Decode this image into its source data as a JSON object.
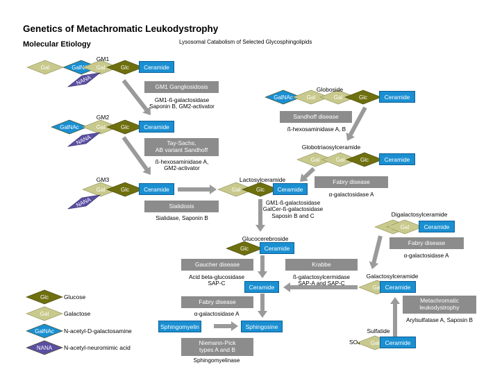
{
  "title": "Genetics of Metachromatic Leukodystrophy",
  "subtitle": "Molecular Etiology",
  "diagram_title": "Lysosomal Catabolism of Selected Glycosphingolipids",
  "molecules": {
    "gm1": "GM1",
    "gm2": "GM2",
    "gm3": "GM3",
    "globoside": "Globoside",
    "globotriaosylceramide": "Globotriaosylceramide",
    "lactosylceramide": "Lactosylceramide",
    "digalactosylceramide": "Digalactosylceramide",
    "glucocerebroside": "Glucocerebroside",
    "galactosylceramide": "Galactosylceramide",
    "sulfatide": "Sulfatide"
  },
  "sugars": {
    "gal": "Gal",
    "galnac": "GalNAc",
    "glc": "Glc",
    "nana": "NANA",
    "ceramide": "Ceramide",
    "so4": "SO₄"
  },
  "diseases": {
    "gm1_gangliosidosis": "GM1 Gangliosidosis",
    "sandhoff": "Sandhoff disease",
    "tay_sachs": "Tay-Sachs,\nAB variant Sandhoff",
    "fabry1": "Fabry disease",
    "sialidosis": "Sialidosis",
    "fabry2": "Fabry disease",
    "gaucher": "Gaucher disease",
    "krabbe": "Krabbe",
    "fabry3": "Fabry disease",
    "niemann_pick": "Niemann-Pick\ntypes A and B",
    "mld": "Metachromatic\nleukodystrophy"
  },
  "enzymes": {
    "gm1": "GM1-ß-galactosidase\nSaponin B, GM2-activator",
    "sandhoff": "ß-hexosaminidase A, B",
    "tay_sachs": "ß-hexosaminidase A,\nGM2-activator",
    "fabry1": "α-galactosidase A",
    "sialidosis": "Sialidase, Saponin B",
    "lactosyl": "GM1-ß-galactosidase\nGalCer-ß-galactosidase\nSaposin B and C",
    "fabry2": "α-galactosidase A",
    "gaucher": "Acid beta-glucosidase\nSAP-C",
    "krabbe": "ß-galactosylcermidase\nSAP-A and SAP-C",
    "fabry3": "α-galactosidase A",
    "niemann_pick": "Sphingomyelinase",
    "mld": "Arylsulfatase A, Saposin B"
  },
  "products": {
    "ceramide": "Ceramide",
    "sphingomyelin": "Sphingomyelin",
    "sphingosine": "Sphingosine"
  },
  "legend": {
    "glucose": "Glucose",
    "galactose": "Galactose",
    "galnac": "N-acetyl-D-galactosamine",
    "nana": "N-acetyl-neuromimic acid"
  },
  "colors": {
    "glc": "#6e6f0e",
    "gal": "#c8c98c",
    "galnac": "#1a8fd1",
    "nana": "#5a4fa1",
    "ceramide": "#1a8fd1",
    "disease_box": "#8c8c8c",
    "arrow": "#9a9a9a"
  }
}
